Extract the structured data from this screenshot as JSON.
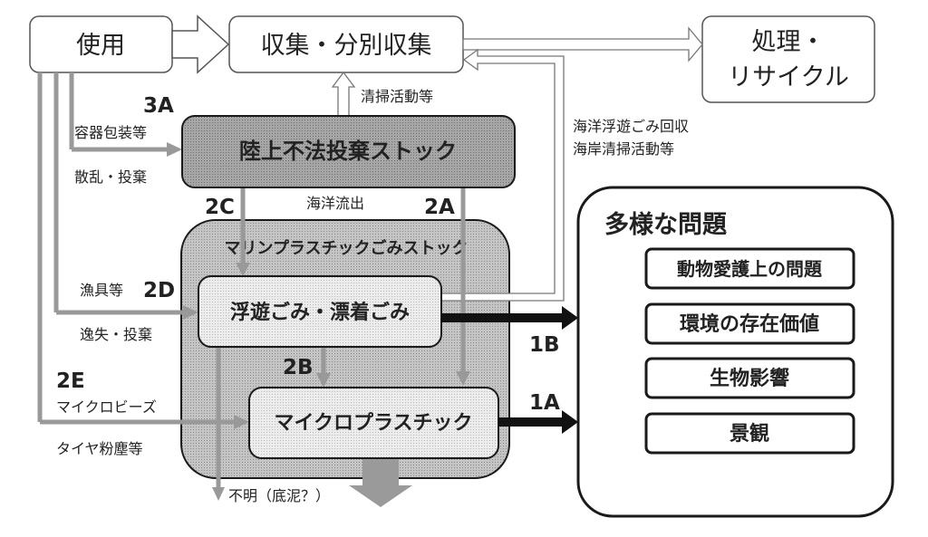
{
  "nodes": {
    "use": "使用",
    "collection": "収集・分別収集",
    "processing_line1": "処理・",
    "processing_line2": "リサイクル",
    "land_stock": "陸上不法投棄ストック",
    "marine_stock": "マリンプラスチックごみストック",
    "floating": "浮遊ごみ・漂着ごみ",
    "microplastic": "マイクロプラスチック"
  },
  "issues": {
    "title": "多様な問題",
    "items": [
      "動物愛護上の問題",
      "環境の存在価値",
      "生物影響",
      "景観"
    ]
  },
  "labels": {
    "cleanup": "清掃活動等",
    "ocean_recovery_line1": "海洋浮遊ごみ回収",
    "ocean_recovery_line2": "海岸清掃活動等",
    "containers": "容器包装等",
    "litter": "散乱・投棄",
    "ocean_outflow": "海洋流出",
    "fishing_gear": "漁具等",
    "loss_dumping": "逸失・投棄",
    "microbeads": "マイクロビーズ",
    "tire_dust": "タイヤ粉塵等",
    "unknown_sediment": "不明（底泥？）"
  },
  "codes": {
    "c3A": "3A",
    "c2C": "2C",
    "c2A": "2A",
    "c2D": "2D",
    "c2B": "2B",
    "c2E": "2E",
    "c1B": "1B",
    "c1A": "1A"
  },
  "colors": {
    "stroke": "#1a1a1a",
    "grey_line": "#999999",
    "land_stock_fill": "#9e9e9e",
    "marine_stock_fill": "#bdbdbd",
    "inner_fill": "#e6e6e6"
  }
}
